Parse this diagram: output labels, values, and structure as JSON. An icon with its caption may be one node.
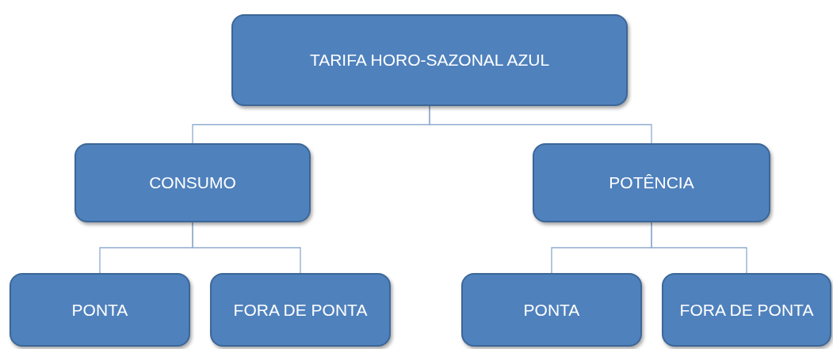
{
  "diagram": {
    "nodes": [
      {
        "text": [
          "TARIFA HORO-SAZONAL AZUL"
        ]
      },
      {
        "text": [
          "CONSUMO"
        ]
      },
      {
        "text": [
          "POTÊNCIA"
        ]
      },
      {
        "text": [
          "PONTA"
        ]
      },
      {
        "text": [
          "FORA DE PONTA"
        ]
      },
      {
        "text": [
          "PONTA"
        ]
      },
      {
        "text": [
          "FORA DE PONTA"
        ]
      }
    ],
    "edges": [
      {
        "from": 0,
        "to": 1,
        "arrow": "none"
      },
      {
        "from": 0,
        "to": 2,
        "arrow": "none"
      },
      {
        "from": 1,
        "to": 3,
        "arrow": "none"
      },
      {
        "from": 1,
        "to": 4,
        "arrow": "none"
      },
      {
        "from": 2,
        "to": 5,
        "arrow": "none"
      },
      {
        "from": 2,
        "to": 6,
        "arrow": "none"
      }
    ]
  }
}
